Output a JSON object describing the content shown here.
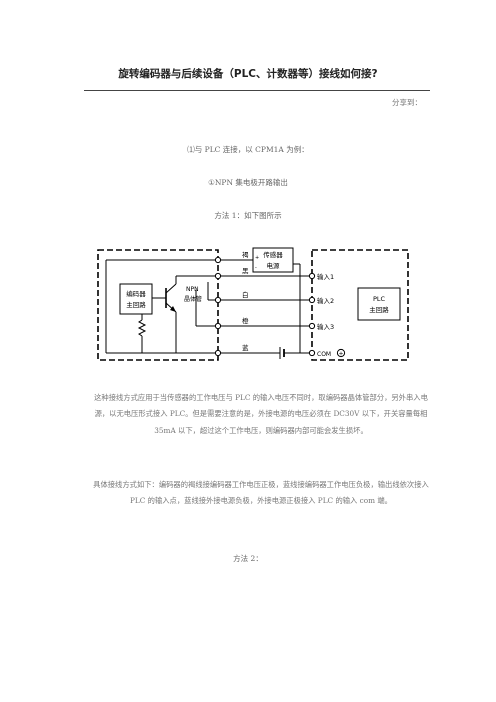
{
  "page": {
    "title": "旋转编码器与后续设备（PLC、计数器等）接线如何接?",
    "share_label": "分享到：",
    "intro": "⑴与 PLC 连接，以 CPM1A 为例：",
    "subheading": "①NPN 集电极开路输出",
    "method1": "方法 1：如下图所示",
    "para1": "这种接线方式应用于当传感器的工作电压与 PLC 的输入电压不同时，取编码器晶体管部分，另外串入电源，以无电压形式接入 PLC。但是需要注意的是，外接电源的电压必须在 DC30V 以下，开关容量每相 35mA 以下，超过这个工作电压，则编码器内部可能会发生损坏。",
    "para2": "具体接线方式如下：编码器的褐线接编码器工作电压正极，蓝线接编码器工作电压负极，输出线依次接入 PLC 的输入点，蓝线接外接电源负极，外接电源正极接入 PLC 的输入 com 端。",
    "method2": "方法 2："
  },
  "diagram": {
    "encoder_label_1": "编码器",
    "encoder_label_2": "主回路",
    "transistor_label_1": "NPN",
    "transistor_label_2": "晶体管",
    "sensor_psu_label_1": "传感器",
    "sensor_psu_label_2": "电源",
    "plus_sign": "+",
    "minus_sign": "-",
    "wire_brown": "褐",
    "wire_black": "黑",
    "wire_white": "白",
    "wire_orange": "橙",
    "wire_blue": "蓝",
    "input1": "输入1",
    "input2": "输入2",
    "input3": "输入3",
    "com": "COM",
    "plc_label_1": "PLC",
    "plc_label_2": "主回路"
  }
}
